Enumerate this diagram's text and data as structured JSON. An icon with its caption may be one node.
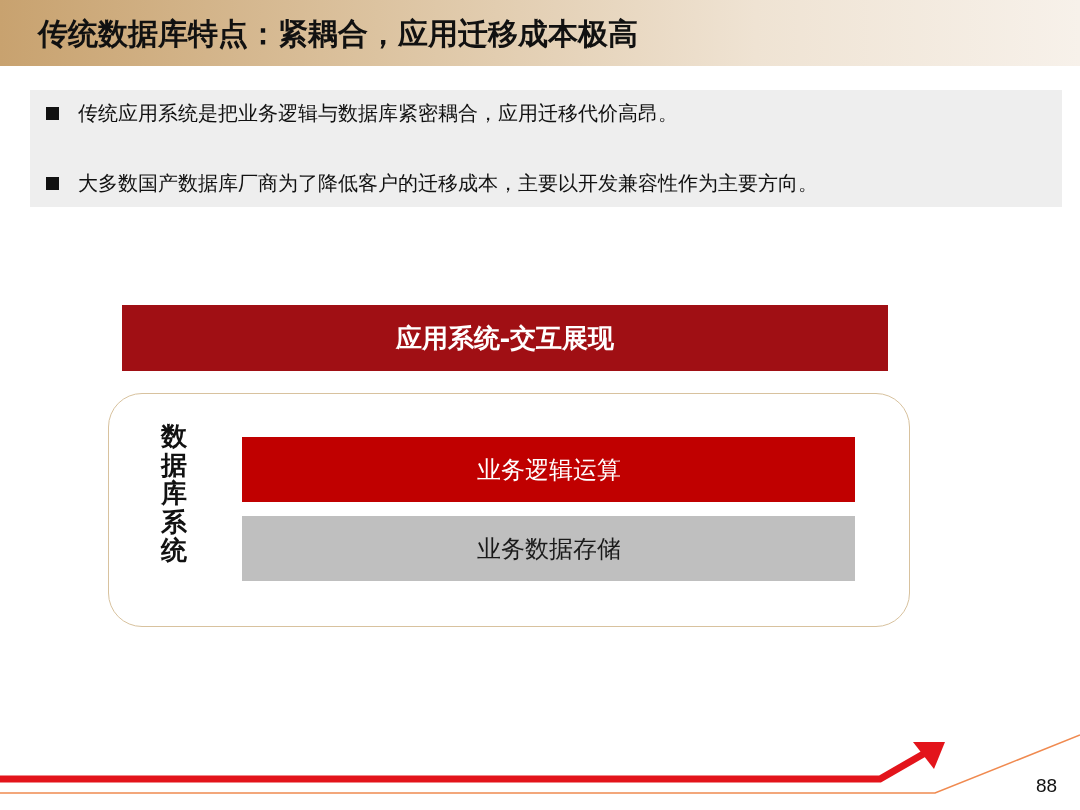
{
  "diagram": {
    "title": "传统数据库特点：紧耦合，应用迁移成本极高",
    "nodes": [
      {
        "text": [
          "传统应用系统是把业务逻辑与数据库紧密耦合，应用迁移代价高昂。",
          "大多数国产数据库厂商为了降低客户的迁移成本，主要以开发兼容性作为主要方向。"
        ]
      },
      {
        "text": [
          "应用系统-交互展现"
        ]
      },
      {
        "text": [
          "数据库系统"
        ]
      },
      {
        "text": [
          "业务逻辑运算"
        ],
        "in": 2
      },
      {
        "text": [
          "业务数据存储"
        ],
        "in": 2
      }
    ],
    "labels": [
      "88"
    ]
  }
}
